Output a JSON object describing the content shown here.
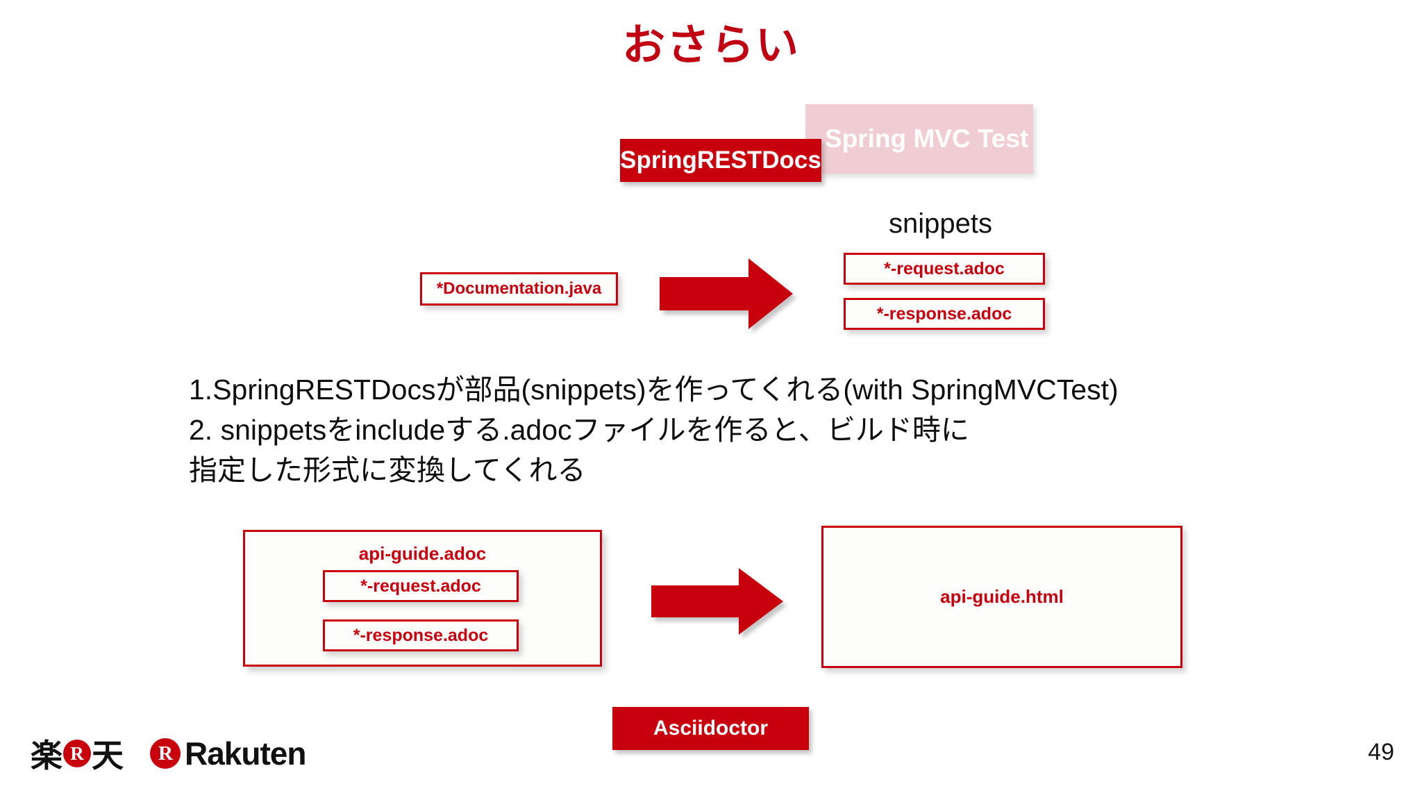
{
  "slide": {
    "title": "おさらい",
    "page_number": "49",
    "accent_color": "#c8000e",
    "title_color": "#c00012",
    "pink_color": "#f0cdd2",
    "text_color": "#0d0d0d"
  },
  "top_diagram": {
    "spring_mvc_test_box": "Spring MVC Test",
    "spring_restdocs_box": "SpringRESTDocs",
    "snippets_label": "snippets",
    "source_box": "*Documentation.java",
    "snippet_boxes": [
      "*-request.adoc",
      "*-response.adoc"
    ],
    "arrow": "right-arrow"
  },
  "body": {
    "lines": [
      "1.SpringRESTDocsが部品(snippets)を作ってくれる(with SpringMVCTest)",
      "2. snippetsをincludeする.adocファイルを作ると、ビルド時に",
      "指定した形式に変換してくれる"
    ]
  },
  "bottom_diagram": {
    "container_title": "api-guide.adoc",
    "container_items": [
      "*-request.adoc",
      "*-response.adoc"
    ],
    "output_box": "api-guide.html",
    "tool_box": "Asciidoctor",
    "arrow": "right-arrow"
  },
  "footer": {
    "logo_jp_left": "楽",
    "logo_jp_mark": "R",
    "logo_jp_right": "天",
    "logo_en_mark": "R",
    "logo_en_text": "Rakuten"
  }
}
